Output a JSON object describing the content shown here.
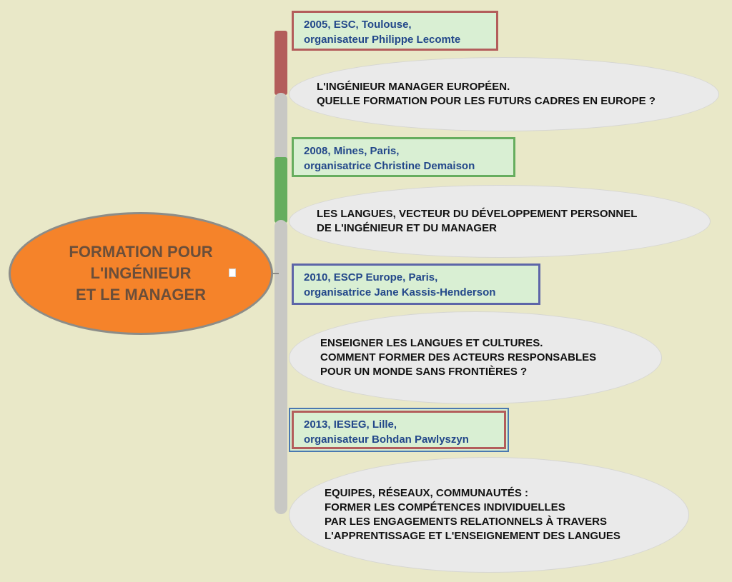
{
  "root": {
    "title": "FORMATION POUR\nL'INGÉNIEUR\nET LE MANAGER"
  },
  "events": [
    {
      "lines": [
        "2005, ESC, Toulouse,",
        "organisateur Philippe Lecomte"
      ],
      "border_color": "#b35d5b",
      "topic": [
        "L'INGÉNIEUR MANAGER EUROPÉEN.",
        "QUELLE FORMATION POUR LES FUTURS CADRES EN EUROPE ?"
      ]
    },
    {
      "lines": [
        "2008, Mines, Paris,",
        "organisatrice Christine Demaison"
      ],
      "border_color": "#66ad5e",
      "topic": [
        "LES LANGUES, VECTEUR DU DÉVELOPPEMENT PERSONNEL",
        "DE L'INGÉNIEUR ET DU MANAGER"
      ]
    },
    {
      "lines": [
        "2010, ESCP Europe, Paris,",
        "organisatrice Jane Kassis-Henderson"
      ],
      "border_color": "#5d65a8",
      "topic": [
        "ENSEIGNER LES LANGUES ET CULTURES.",
        "COMMENT FORMER DES ACTEURS RESPONSABLES",
        "POUR UN MONDE SANS FRONTIÈRES ?"
      ]
    },
    {
      "lines": [
        "2013, IESEG, Lille,",
        "organisateur Bohdan Pawlyszyn"
      ],
      "border_color": "#b35d5b",
      "topic": [
        "EQUIPES, RÉSEAUX, COMMUNAUTÉS :",
        "FORMER LES COMPÉTENCES INDIVIDUELLES",
        "PAR LES ENGAGEMENTS RELATIONNELS À TRAVERS",
        "L'APPRENTISSAGE ET L'ENSEIGNEMENT DES LANGUES"
      ]
    }
  ],
  "colors": {
    "background": "#e9e8c8",
    "root_fill": "#f5832a",
    "root_text": "#6a4e3a",
    "date_fill": "#d9efd3",
    "date_text": "#23488a",
    "topic_fill": "#eaeaea",
    "branch_grey": "#c8c8c4"
  },
  "icons": {
    "root_note": "note-icon"
  }
}
